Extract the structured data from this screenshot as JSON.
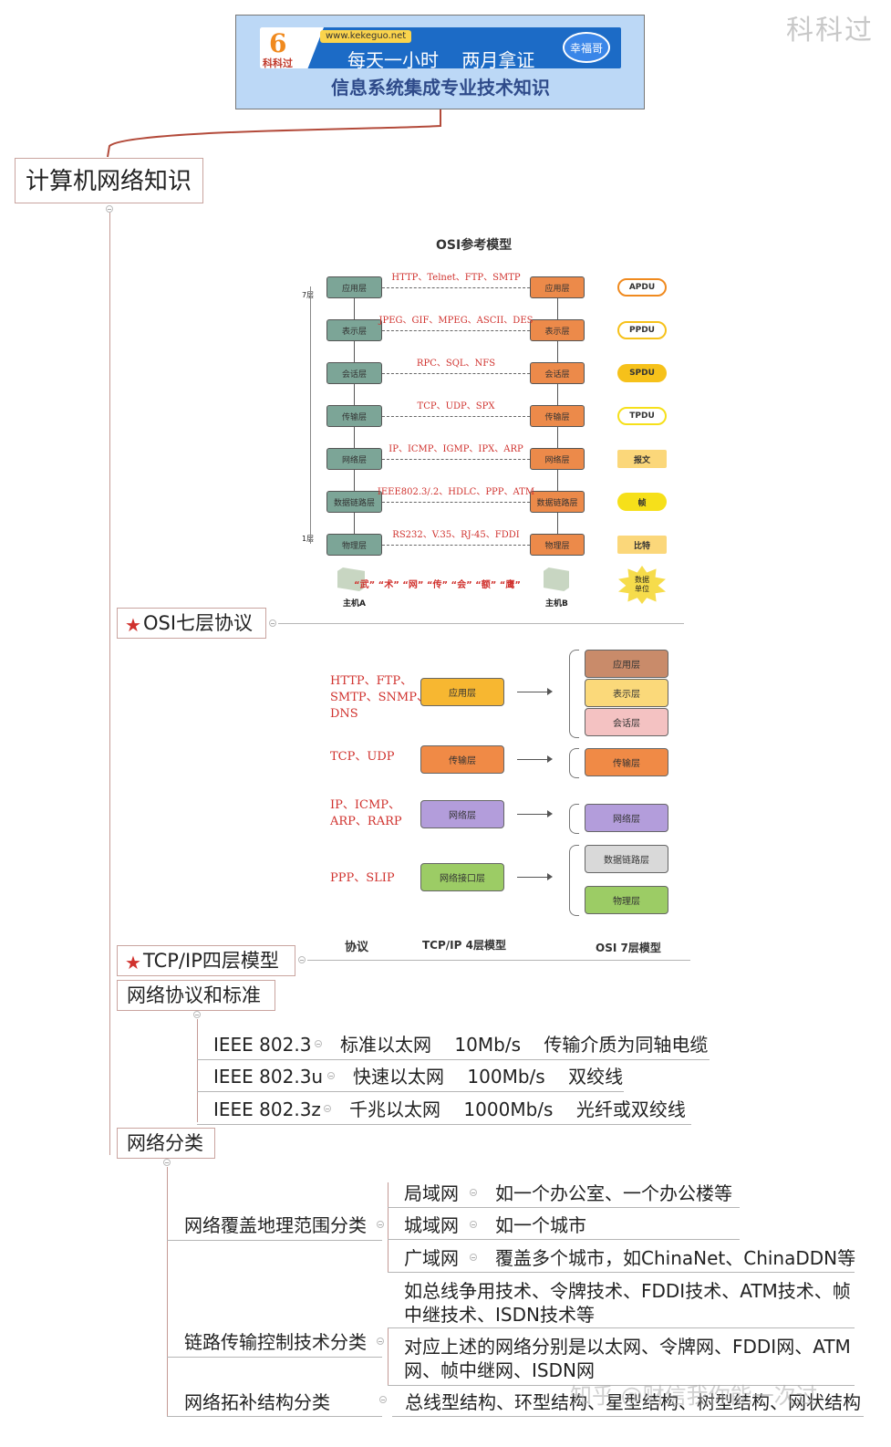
{
  "watermark_top": "科科过",
  "banner": {
    "url": "www.kekeguo.net",
    "logo_text": "科科过",
    "slogan": "每天一小时    两月拿证",
    "badge": "幸福哥",
    "subtitle": "信息系统集成专业技术知识"
  },
  "root": {
    "label": "计算机网络知识"
  },
  "osi_section": {
    "label": "OSI七层协议",
    "title": "OSI参考模型",
    "top_marker": "7层",
    "bottom_marker": "1层",
    "layers": [
      {
        "name": "应用层",
        "protocol": "HTTP、Telnet、FTP、SMTP",
        "pdu": "APDU"
      },
      {
        "name": "表示层",
        "protocol": "JPEG、GIF、MPEG、ASCII、DES",
        "pdu": "PPDU"
      },
      {
        "name": "会话层",
        "protocol": "RPC、SQL、NFS",
        "pdu": "SPDU"
      },
      {
        "name": "传输层",
        "protocol": "TCP、UDP、SPX",
        "pdu": "TPDU"
      },
      {
        "name": "网络层",
        "protocol": "IP、ICMP、IGMP、IPX、ARP",
        "pdu": "报文"
      },
      {
        "name": "数据链路层",
        "protocol": "IEEE802.3/.2、HDLC、PPP、ATM",
        "pdu": "帧"
      },
      {
        "name": "物理层",
        "protocol": "RS232、V.35、RJ-45、FDDI",
        "pdu": "比特"
      }
    ],
    "mnemonic": "“武” “术” “网” “传” “会” “额” “鹰”",
    "host_a": "主机A",
    "host_b": "主机B",
    "data_unit": "数据单位"
  },
  "tcpip_section": {
    "label": "TCP/IP四层模型",
    "rows": [
      {
        "protocols": "HTTP、FTP、\nSMTP、SNMP、\nDNS",
        "layer": "应用层",
        "color": "#f7b731",
        "osi": [
          {
            "name": "应用层",
            "color": "#c98b6a"
          },
          {
            "name": "表示层",
            "color": "#fbd97a"
          },
          {
            "name": "会话层",
            "color": "#f4c2c2"
          }
        ]
      },
      {
        "protocols": "TCP、UDP",
        "layer": "传输层",
        "color": "#f08a46",
        "osi": [
          {
            "name": "传输层",
            "color": "#f08a46"
          }
        ]
      },
      {
        "protocols": "IP、ICMP、\nARP、RARP",
        "layer": "网络层",
        "color": "#b39ddb",
        "osi": [
          {
            "name": "网络层",
            "color": "#b39ddb"
          }
        ]
      },
      {
        "protocols": "PPP、SLIP",
        "layer": "网络接口层",
        "color": "#9ccc65",
        "osi": [
          {
            "name": "数据链路层",
            "color": "#d9d9d9"
          },
          {
            "name": "物理层",
            "color": "#9ccc65"
          }
        ]
      }
    ],
    "col_protocol": "协议",
    "col_tcpip": "TCP/IP 4层模型",
    "col_osi": "OSI 7层模型"
  },
  "standards_section": {
    "label": "网络协议和标准",
    "items": [
      {
        "name": "IEEE 802.3",
        "desc": "标准以太网    10Mb/s    传输介质为同轴电缆"
      },
      {
        "name": "IEEE 802.3u",
        "desc": "快速以太网    100Mb/s    双绞线"
      },
      {
        "name": "IEEE 802.3z",
        "desc": "千兆以太网    1000Mb/s    光纤或双绞线"
      }
    ]
  },
  "classification_section": {
    "label": "网络分类",
    "geo": {
      "label": "网络覆盖地理范围分类",
      "items": [
        {
          "name": "局域网",
          "desc": "如一个办公室、一个办公楼等"
        },
        {
          "name": "城域网",
          "desc": "如一个城市"
        },
        {
          "name": "广域网",
          "desc": "覆盖多个城市，如ChinaNet、ChinaDDN等"
        }
      ]
    },
    "link": {
      "label": "链路传输控制技术分类",
      "line1a": "如总线争用技术、令牌技术、FDDI技术、ATM技术、帧",
      "line1b": "中继技术、ISDN技术等",
      "line2a": "对应上述的网络分别是以太网、令牌网、FDDI网、ATM",
      "line2b": "网、帧中继网、ISDN网"
    },
    "topo": {
      "label": "网络拓补结构分类",
      "desc": "总线型结构、环型结构、星型结构、树型结构、网状结构"
    }
  },
  "watermark_bottom": "知乎 @财信我你能一次过"
}
